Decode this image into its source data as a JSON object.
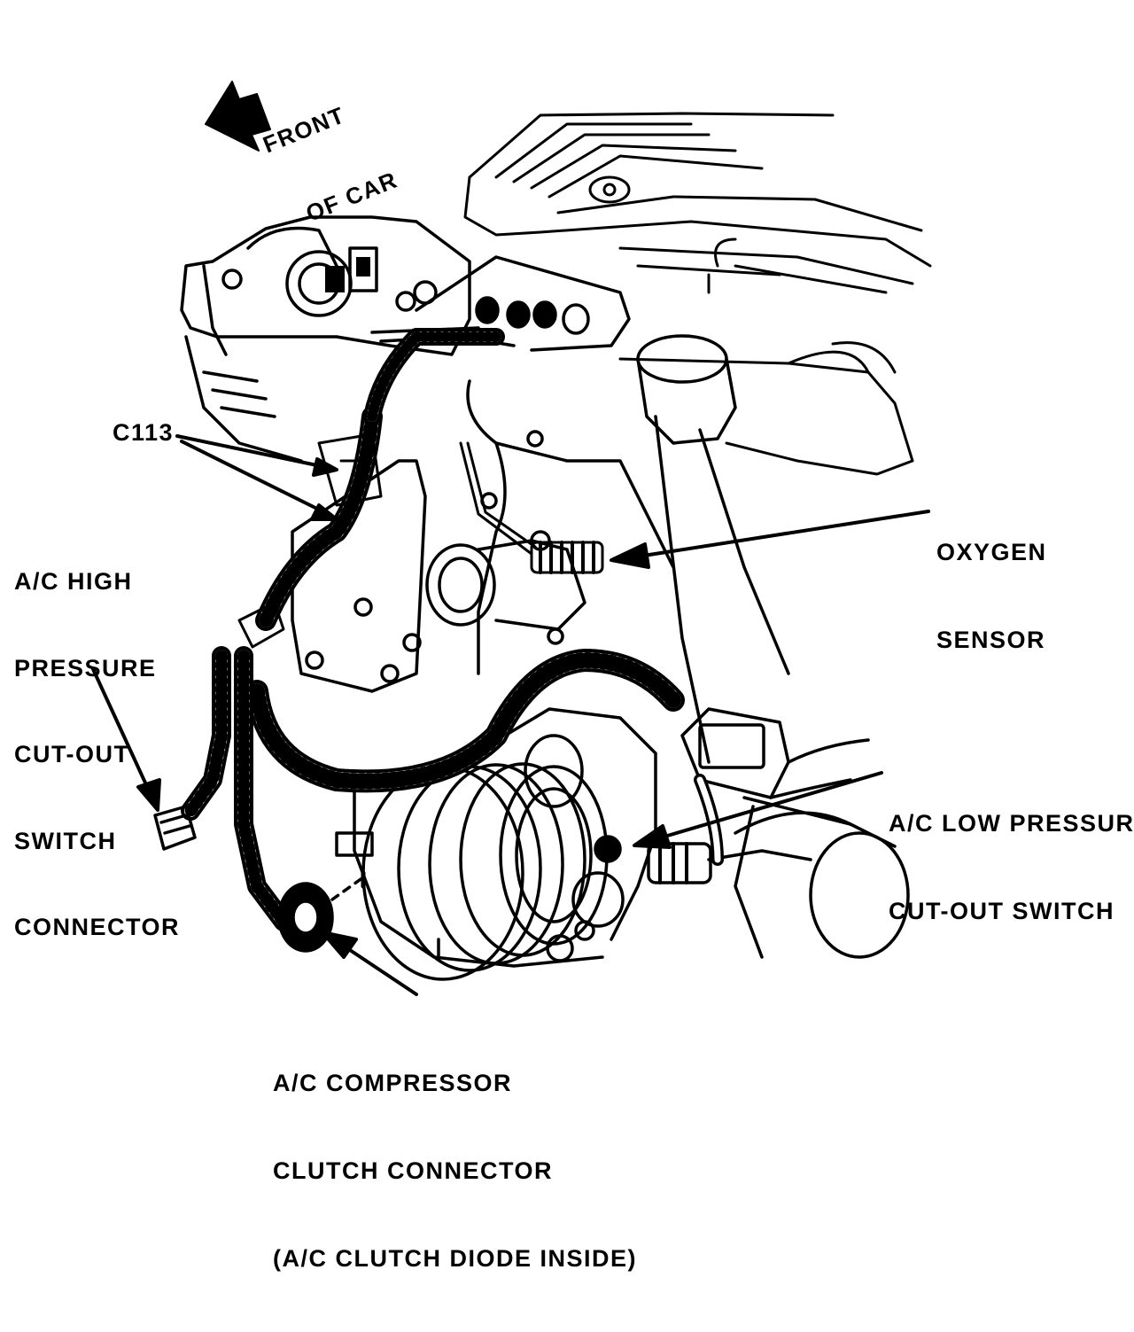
{
  "labels": {
    "front_of_car": [
      "FRONT",
      "OF CAR"
    ],
    "c113": "C113",
    "oxygen_sensor": [
      "OXYGEN",
      "SENSOR"
    ],
    "ac_high_pressure_switch_connector": [
      "A/C HIGH",
      "PRESSURE",
      "CUT-OUT",
      "SWITCH",
      "CONNECTOR"
    ],
    "ac_low_pressure_switch": [
      "A/C LOW PRESSURE",
      "CUT-OUT SWITCH"
    ],
    "ac_compressor_clutch_connector": [
      "A/C COMPRESSOR",
      "CLUTCH CONNECTOR",
      "(A/C CLUTCH DIODE INSIDE)"
    ]
  },
  "colors": {
    "ink": "#000000",
    "paper": "#ffffff"
  }
}
